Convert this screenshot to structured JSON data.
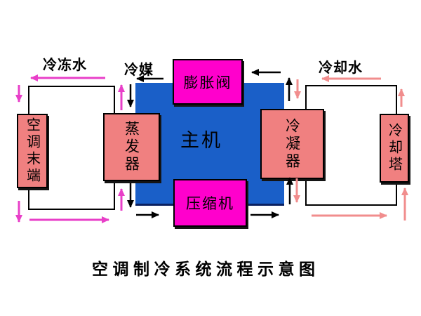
{
  "diagram": {
    "title": "空调制冷系统流程示意图",
    "loop_labels": {
      "chilled_water": "冷冻水",
      "refrigerant": "冷媒",
      "cooling_water": "冷却水"
    },
    "components": {
      "ac_terminal": "空调末端",
      "evaporator": "蒸发器",
      "main_unit": "主机",
      "expansion_valve": "膨胀阀",
      "compressor": "压缩机",
      "condenser": "冷凝器",
      "cooling_tower": "冷却塔"
    },
    "colors": {
      "chilled_water_arrow": "#e83fc8",
      "cooling_water_arrow": "#f18d8d",
      "refrigerant_arrow": "#000000",
      "main_unit_fill": "#1a5fc8",
      "valve_compressor_fill": "#ff00cc",
      "equipment_fill": "#f08080",
      "background": "#ffffff"
    }
  }
}
